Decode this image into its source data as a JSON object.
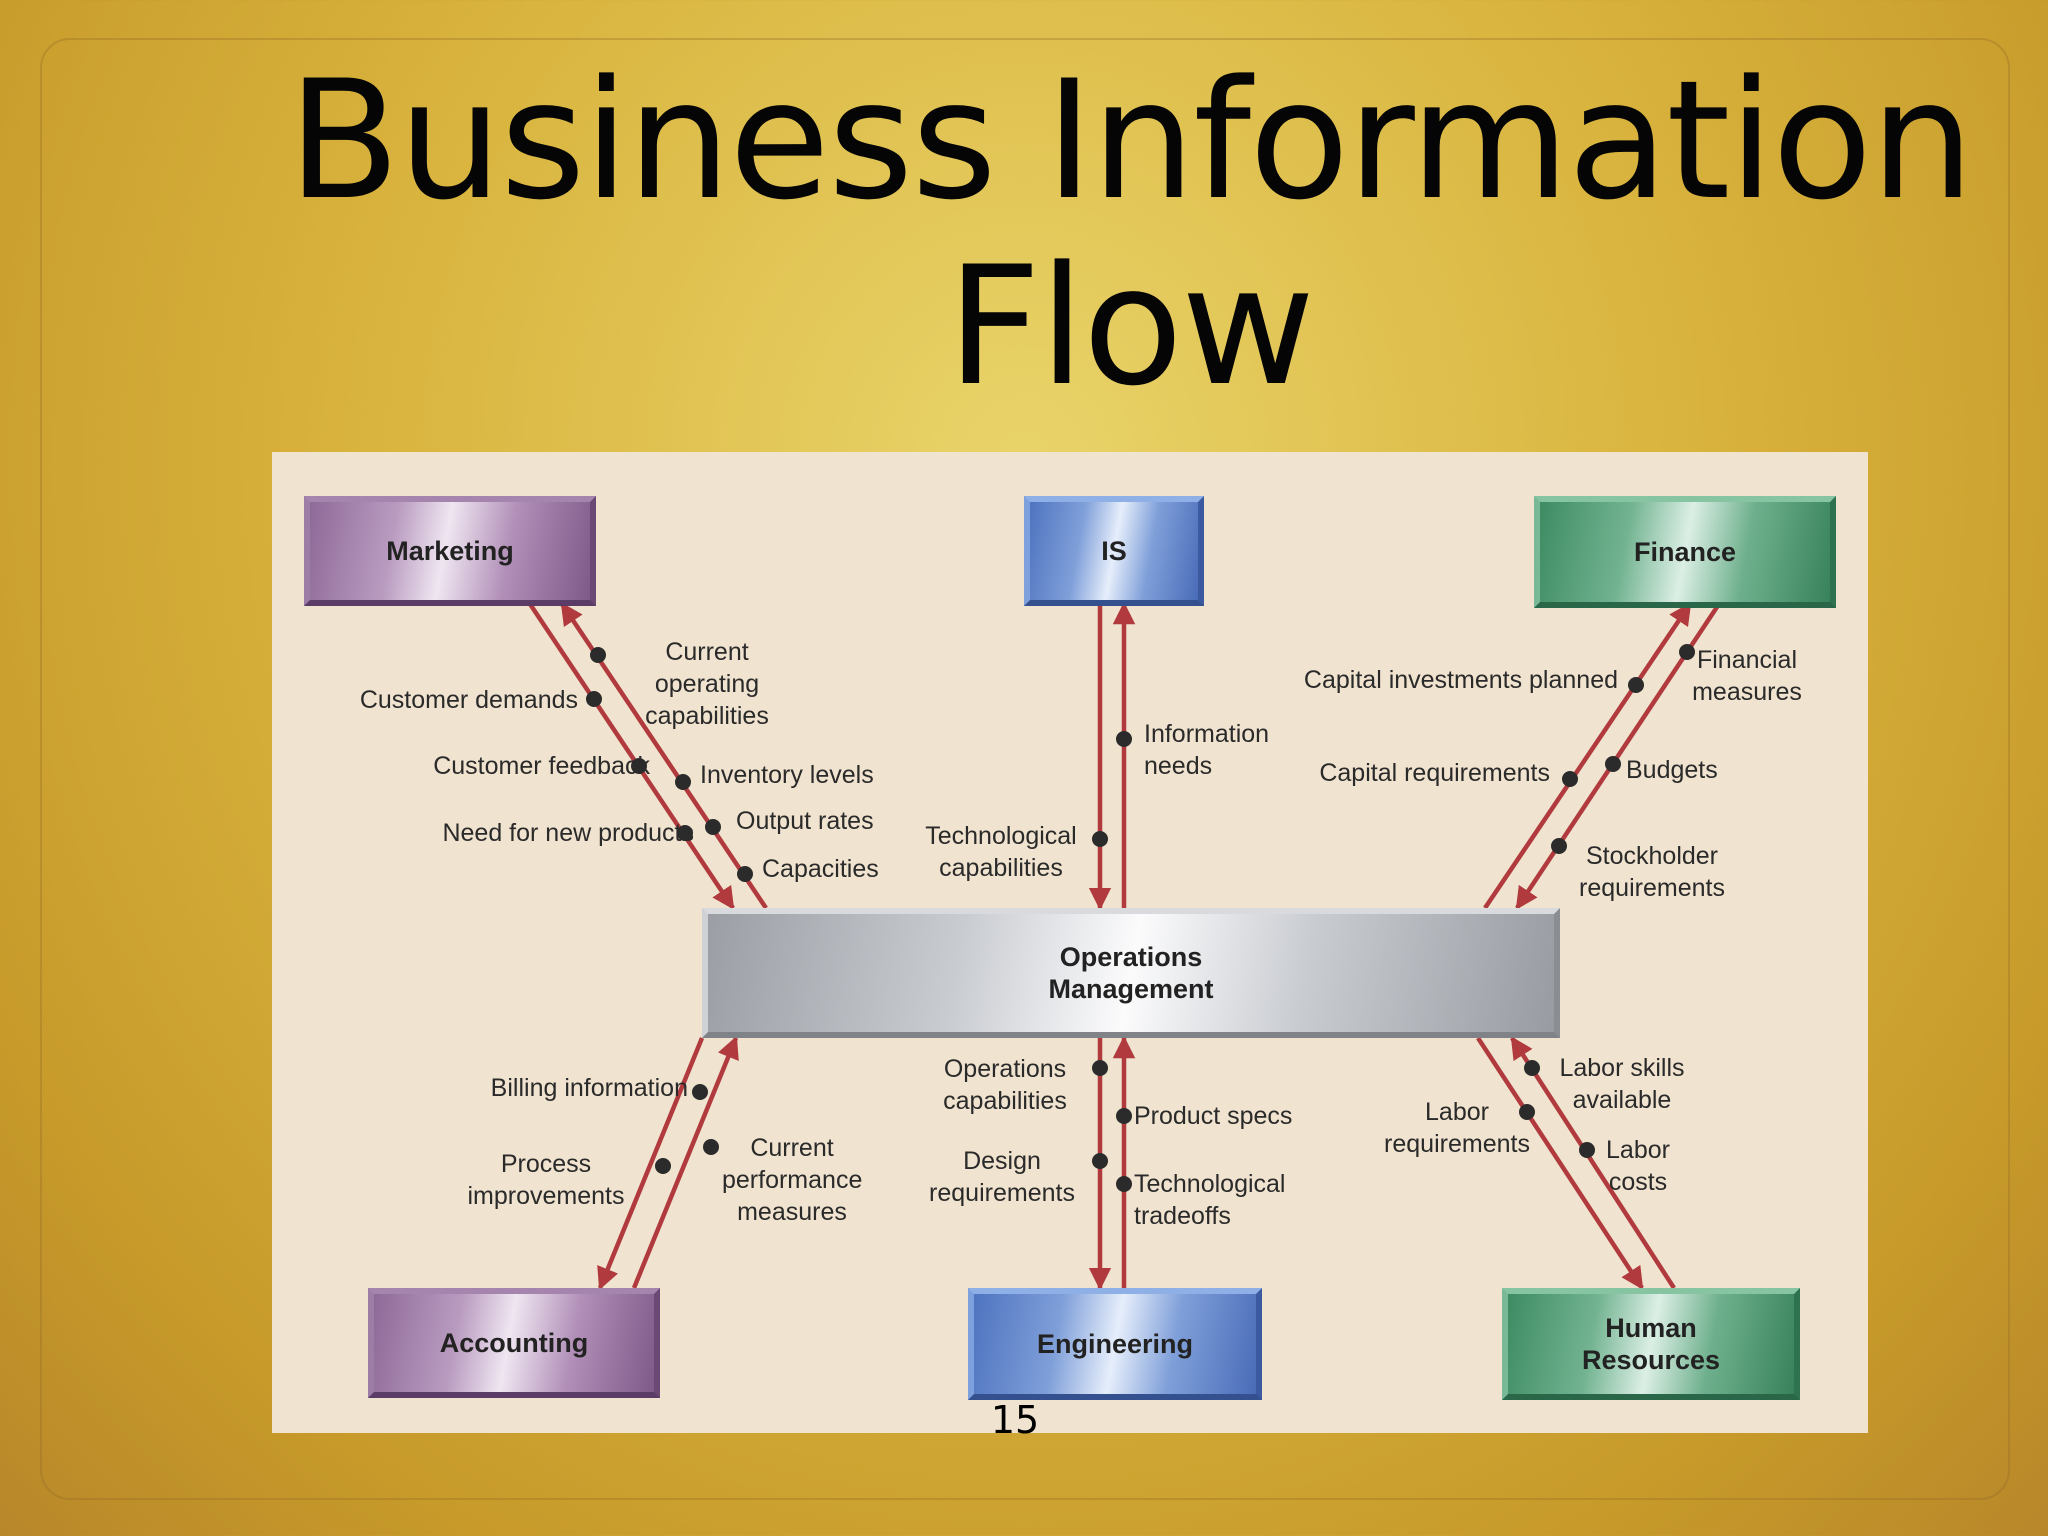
{
  "slide": {
    "title": "Business Information\nFlow",
    "page_number": "15"
  },
  "diagram": {
    "center": "Operations\nManagement",
    "departments": {
      "marketing": "Marketing",
      "is": "IS",
      "finance": "Finance",
      "accounting": "Accounting",
      "engineering": "Engineering",
      "human_resources": "Human\nResources"
    },
    "flows": {
      "customer_demands": "Customer demands",
      "customer_feedback": "Customer feedback",
      "need_for_new_products": "Need for new products",
      "current_operating_capabilities": "Current\noperating\ncapabilities",
      "inventory_levels": "Inventory levels",
      "output_rates": "Output rates",
      "capacities": "Capacities",
      "information_needs": "Information\nneeds",
      "technological_capabilities": "Technological\ncapabilities",
      "capital_investments_planned": "Capital investments planned",
      "financial_measures": "Financial\nmeasures",
      "capital_requirements": "Capital requirements",
      "budgets": "Budgets",
      "stockholder_requirements": "Stockholder\nrequirements",
      "billing_information": "Billing information",
      "process_improvements": "Process\nimprovements",
      "current_performance_measures": "Current\nperformance\nmeasures",
      "operations_capabilities": "Operations\ncapabilities",
      "product_specs": "Product specs",
      "design_requirements": "Design\nrequirements",
      "technological_tradeoffs": "Technological\ntradeoffs",
      "labor_skills_available": "Labor skills\navailable",
      "labor_requirements": "Labor\nrequirements",
      "labor_costs": "Labor\ncosts"
    }
  },
  "colors": {
    "arrow": "#b03a3e",
    "dot": "#2b2b2b",
    "diagram_background": "#f0e3cf"
  }
}
